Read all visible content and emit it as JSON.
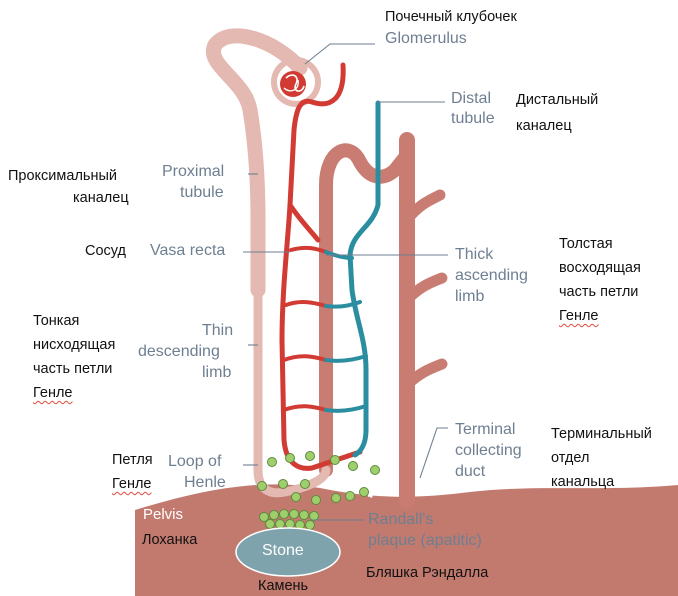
{
  "labels": {
    "glomerulus": {
      "ru": "Почечный клубочек",
      "en": "Glomerulus"
    },
    "distal": {
      "en_1": "Distal",
      "en_2": "tubule",
      "ru_1": "Дистальный",
      "ru_2": "каналец"
    },
    "proximal": {
      "ru_1": "Проксимальный",
      "ru_2": "каналец",
      "en_1": "Proximal",
      "en_2": "tubule"
    },
    "vasa_recta": {
      "ru": "Сосуд",
      "en": "Vasa recta"
    },
    "thick_ascending": {
      "en_1": "Thick",
      "en_2": "ascending",
      "en_3": "limb",
      "ru_1": "Толстая",
      "ru_2": "восходящая",
      "ru_3": "часть петли",
      "ru_4": "Генле"
    },
    "thin_descending": {
      "ru_1": "Тонкая",
      "ru_2": "нисходящая",
      "ru_3": "часть петли",
      "ru_4": "Генле",
      "en_1": "Thin",
      "en_2": "descending",
      "en_3": "limb"
    },
    "loop_of_henle": {
      "ru_1": "Петля",
      "ru_2": "Генле",
      "en_1": "Loop of",
      "en_2": "Henle"
    },
    "terminal_duct": {
      "en_1": "Terminal",
      "en_2": "collecting",
      "en_3": "duct",
      "ru_1": "Терминальный",
      "ru_2": "отдел",
      "ru_3": "канальца"
    },
    "pelvis": {
      "en": "Pelvis",
      "ru": "Лоханка"
    },
    "randall": {
      "en_1": "Randall's",
      "en_2": "plaque (apatitic)",
      "ru": "Бляшка Рэндалла"
    },
    "stone": {
      "en": "Stone",
      "ru": "Камень"
    }
  },
  "colors": {
    "nephron_tubule": "#e3b9b1",
    "collecting_duct": "#c97d72",
    "arterial_vessel": "#d23b33",
    "venous_vessel": "#2a8ea0",
    "pelvis_tissue": "#c27a6f",
    "stone": "#7fa3ad",
    "crystal_deposits": "#9fcf6c",
    "leader_lines": "#6e7f91"
  }
}
